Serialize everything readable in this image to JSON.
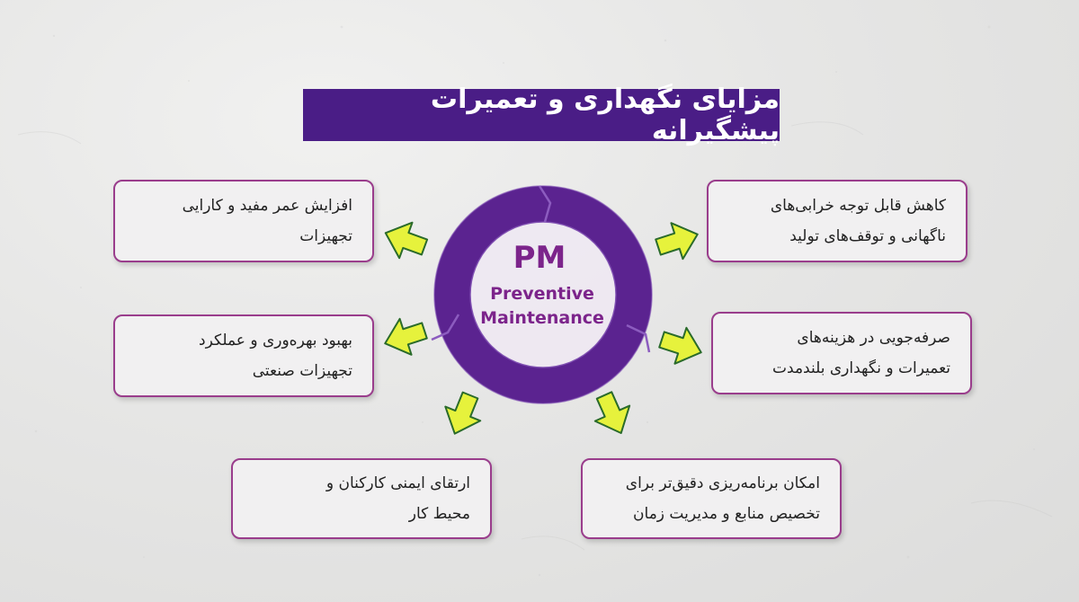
{
  "title": "مزایای نگهداری و تعمیرات پیشگیرانه",
  "center": {
    "abbr": "PM",
    "line1": "Preventive",
    "line2": "Maintenance"
  },
  "benefits": [
    {
      "line1": "افزایش عمر مفید و کارایی",
      "line2": "تجهیزات"
    },
    {
      "line1": "کاهش قابل توجه خرابی‌های",
      "line2": "ناگهانی و توقف‌های تولید"
    },
    {
      "line1": "بهبود بهره‌وری و عملکرد",
      "line2": "تجهیزات صنعتی"
    },
    {
      "line1": "صرفه‌جویی در هزینه‌های",
      "line2": "تعمیرات و نگهداری بلندمدت"
    },
    {
      "line1": "ارتقای ایمنی کارکنان و",
      "line2": "محیط کار"
    },
    {
      "line1": "امکان برنامه‌ریزی دقیق‌تر برای",
      "line2": "تخصیص منابع و مدیریت زمان"
    }
  ],
  "colors": {
    "title_bg": "#4a1d86",
    "ring": "#5b2390",
    "pm_text": "#7c248b",
    "box_border": "#9a3d8c",
    "arrow_fill": "#e6f23c",
    "arrow_stroke": "#2a6b2a"
  }
}
